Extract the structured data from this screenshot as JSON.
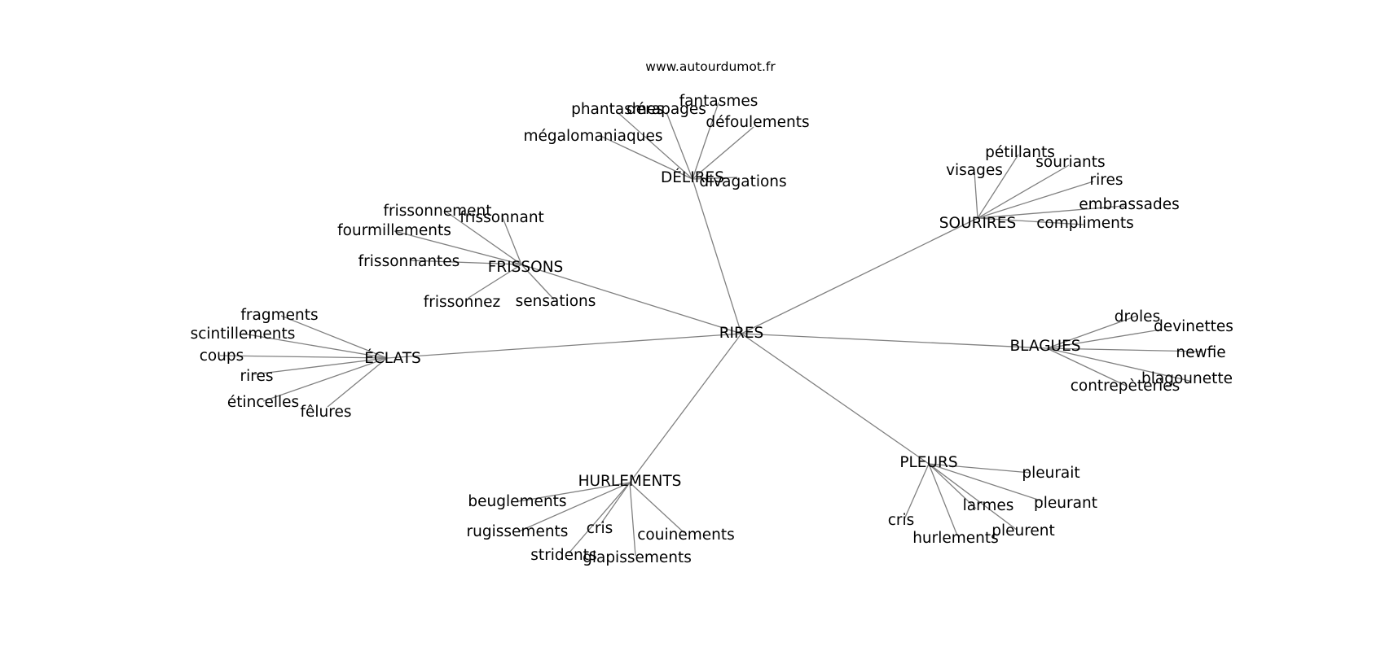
{
  "site": "www.autourdumot.fr",
  "root": "RIRES",
  "groups": [
    {
      "label": "DÉLIRES",
      "words": [
        "fantasmes",
        "phantasmes",
        "dérapages",
        "défoulements",
        "mégalomaniaques",
        "divagations"
      ]
    },
    {
      "label": "SOURIRES",
      "words": [
        "pétillants",
        "visages",
        "souriants",
        "rires",
        "embrassades",
        "compliments"
      ]
    },
    {
      "label": "FRISSONS",
      "words": [
        "frissonnement",
        "frissonnant",
        "fourmillements",
        "frissonnantes",
        "frissonnez",
        "sensations"
      ]
    },
    {
      "label": "ÉCLATS",
      "words": [
        "fragments",
        "scintillements",
        "coups",
        "rires",
        "étincelles",
        "fêlures"
      ]
    },
    {
      "label": "BLAGUES",
      "words": [
        "droles",
        "devinettes",
        "newfie",
        "blagounette",
        "contrepèteries"
      ]
    },
    {
      "label": "PLEURS",
      "words": [
        "pleurait",
        "pleurant",
        "larmes",
        "pleurent",
        "cris",
        "hurlements"
      ]
    },
    {
      "label": "HURLEMENTS",
      "words": [
        "beuglements",
        "rugissements",
        "cris",
        "stridents",
        "glapissements",
        "couinements"
      ]
    }
  ]
}
